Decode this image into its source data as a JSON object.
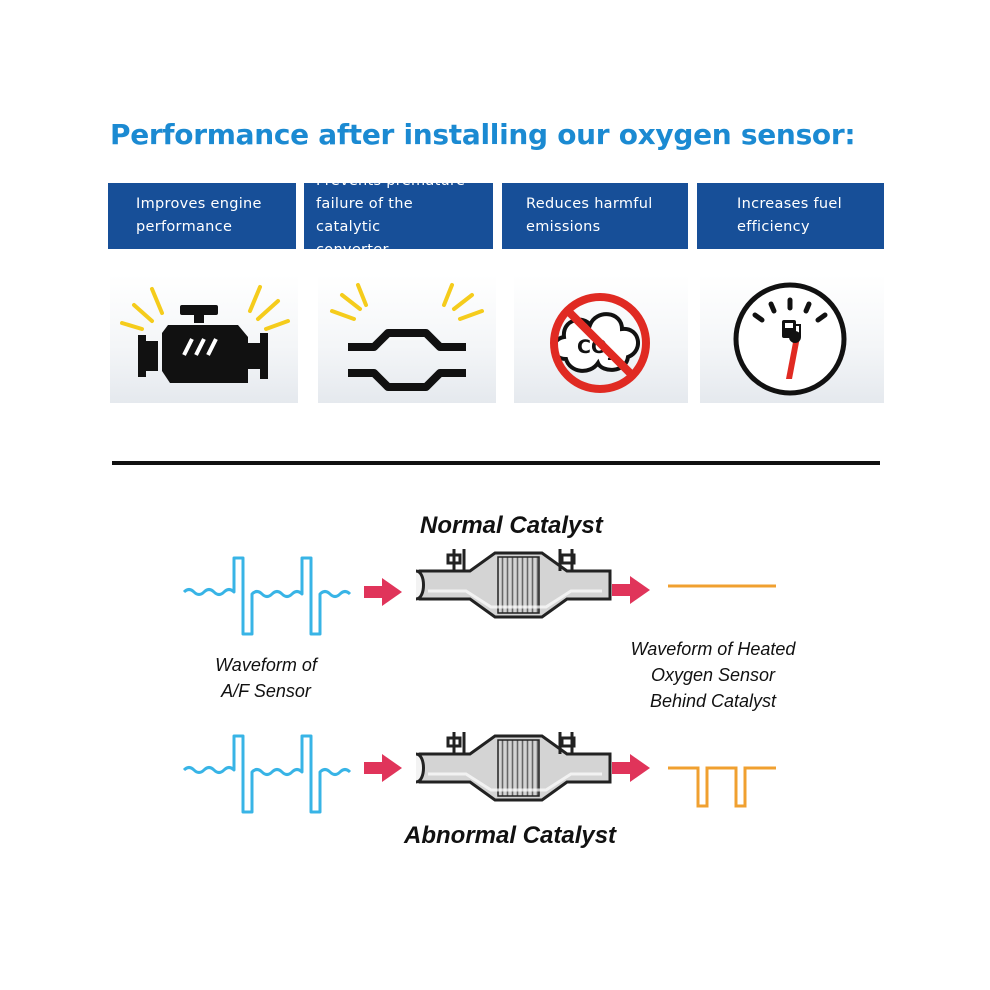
{
  "title": "Performance after installing our oxygen sensor:",
  "benefits": [
    {
      "line1": "Improves engine",
      "line2": "performance",
      "line3": "",
      "icon": "engine-icon"
    },
    {
      "line1": "Prevents premature",
      "line2": "failure of the catalytic",
      "line3": "converter",
      "icon": "catalytic-converter-icon"
    },
    {
      "line1": "Reduces harmful",
      "line2": "emissions",
      "line3": "",
      "icon": "no-co2-icon"
    },
    {
      "line1": "Increases fuel",
      "line2": "efficiency",
      "line3": "",
      "icon": "fuel-gauge-icon"
    }
  ],
  "co2_text": "CO",
  "co2_sub": "2",
  "diagram": {
    "normal_label": "Normal Catalyst",
    "abnormal_label": "Abnormal Catalyst",
    "af_label_line1": "Waveform of",
    "af_label_line2": "A/F Sensor",
    "ho2s_label_line1": "Waveform of Heated",
    "ho2s_label_line2": "Oxygen Sensor",
    "ho2s_label_line3": "Behind Catalyst"
  },
  "colors": {
    "title": "#1b8ad2",
    "box_bg": "#174f98",
    "wave_blue": "#38b4e6",
    "wave_orange": "#f0a030",
    "arrow": "#e0345a",
    "burst": "#f5cc1c",
    "prohibit_red": "#e02a22"
  }
}
